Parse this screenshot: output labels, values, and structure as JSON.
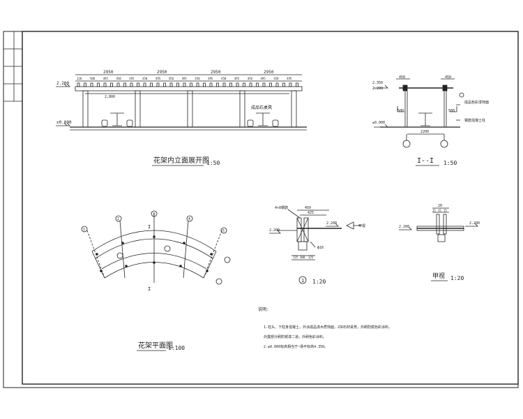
{
  "drawings": {
    "elevation": {
      "title": "花架内立面展开图",
      "scale": "1:50"
    },
    "section": {
      "title": "I--I",
      "scale": "1:50"
    },
    "plan": {
      "title": "花架平面图",
      "scale": "1:100"
    },
    "detail1": {
      "number": "1",
      "scale": "1:20"
    },
    "detail2": {
      "title": "甲视",
      "scale": "1:20"
    }
  },
  "elevation_dims": {
    "bays": [
      "2950",
      "2950",
      "2950",
      "2950"
    ],
    "top_level": "2.200",
    "ground_level": "±0.000",
    "post_spacing": "2,800",
    "subs": [
      "120",
      "500",
      "495",
      "450",
      "495",
      "450",
      "495",
      "450",
      "495",
      "450",
      "495",
      "450",
      "495",
      "450",
      "495",
      "450",
      "495"
    ],
    "note": "成品石桌凳"
  },
  "section_dims": {
    "left_w": "450",
    "right_w": "450",
    "level_top": "2.350",
    "level_mid": "2.200",
    "level_gnd": "±0.000",
    "h1": "500",
    "h2": "580",
    "span": "2200",
    "note1": "成品色彩漆饰面",
    "note2": "钢筋混凝土柱"
  },
  "detail1_dims": {
    "top1": "450",
    "top2": "425",
    "lvl1": "2.200",
    "lvl2": "2.200",
    "label_l": "4×8钢筋",
    "label_r": "甲视",
    "label_c": "ф16",
    "bot": [
      "125",
      "300",
      "125"
    ]
  },
  "detail2_dims": {
    "top": "20",
    "sub": [
      "15",
      "15",
      "15"
    ],
    "lvl1": "2.200",
    "lvl2": "2.200"
  },
  "plan_marks": {
    "axes": [
      "1",
      "2",
      "3",
      "4",
      "5"
    ],
    "sec": "I"
  },
  "notes": {
    "title": "说明:",
    "lines": [
      "1.柱头、下柱身混凝土，外涂成品漆木质饰面，2块石材桌凳，外刷防腐色彩涂料。",
      "  外露部分刷防锈漆二道，外刷色彩涂料。",
      "2.±0.000标高相当于~场平标高4.350。"
    ]
  }
}
